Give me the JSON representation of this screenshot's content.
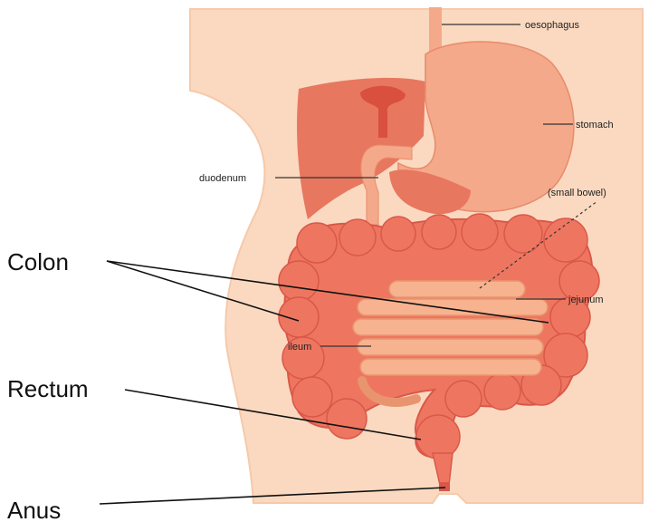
{
  "labels": {
    "oesophagus": "oesophagus",
    "stomach": "stomach",
    "duodenum": "duodenum",
    "small_bowel": "(small bowel)",
    "jejunum": "jejunum",
    "ileum": "ileum",
    "colon": "Colon",
    "rectum": "Rectum",
    "anus": "Anus"
  },
  "colors": {
    "skin": "#fbd9c0",
    "skin_edge": "#f6c9aa",
    "liver": "#e8775f",
    "liver_dark": "#d9503f",
    "stomach": "#f4a98a",
    "small_bowel": "#f7b28f",
    "colon": "#ee7660",
    "colon_edge": "#d9584a"
  }
}
